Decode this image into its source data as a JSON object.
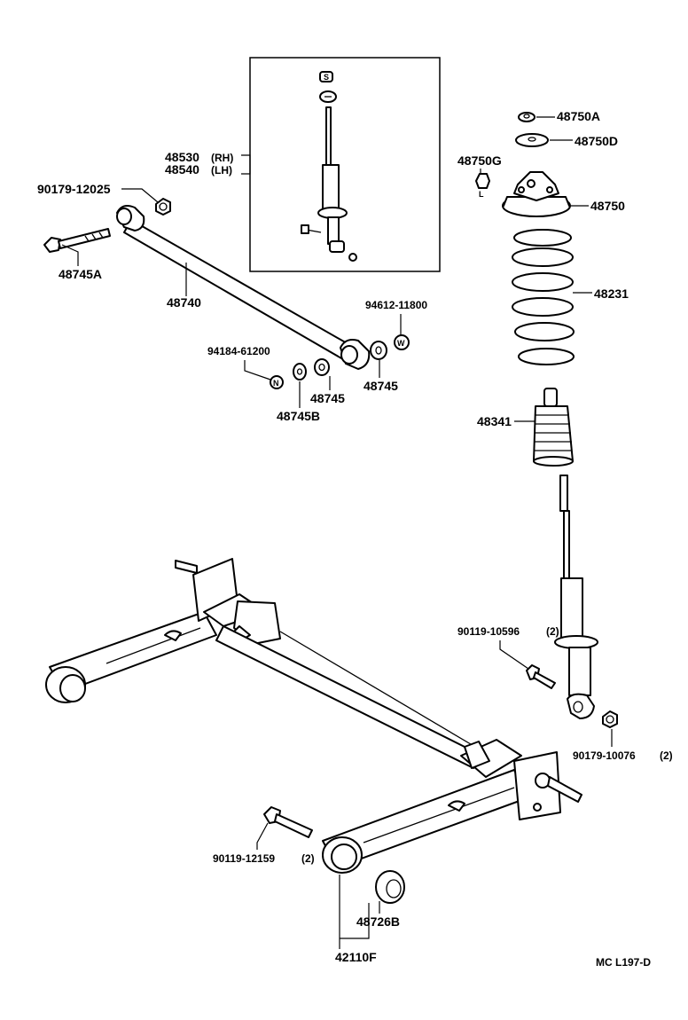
{
  "labels": {
    "p48530": "48530",
    "p48530_side": "(RH)",
    "p48540": "48540",
    "p48540_side": "(LH)",
    "p90179_12025": "90179-12025",
    "p48745A": "48745A",
    "p48740": "48740",
    "p94612_11800": "94612-11800",
    "p94184_61200": "94184-61200",
    "p48745_a": "48745",
    "p48745_b": "48745",
    "p48745B": "48745B",
    "p48750A": "48750A",
    "p48750D": "48750D",
    "p48750G": "48750G",
    "p48750": "48750",
    "p48231": "48231",
    "p48341": "48341",
    "p90119_10596": "90119-10596",
    "p90119_10596_qty": "(2)",
    "p90179_10076": "90179-10076",
    "p90179_10076_qty": "(2)",
    "p90119_12159": "90119-12159",
    "p90119_12159_qty": "(2)",
    "p48726B": "48726B",
    "p42110F": "42110F",
    "figure_code": "MC L197-D"
  },
  "markers": {
    "S": "S",
    "N": "N",
    "W": "W",
    "L": "L"
  }
}
